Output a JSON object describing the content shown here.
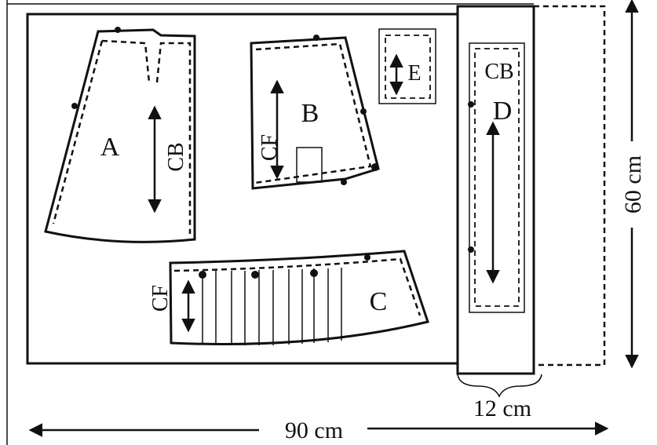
{
  "pieces": {
    "A": {
      "label": "A",
      "note": "CB"
    },
    "B": {
      "label": "B",
      "note": "CF"
    },
    "C": {
      "label": "C",
      "note": "CF"
    },
    "D": {
      "label": "D",
      "note": "CB"
    },
    "E": {
      "label": "E"
    }
  },
  "dimensions": {
    "width": "90 cm",
    "height": "60 cm",
    "strip": "12 cm"
  },
  "colors": {
    "ink": "#111111",
    "paper": "#ffffff"
  }
}
